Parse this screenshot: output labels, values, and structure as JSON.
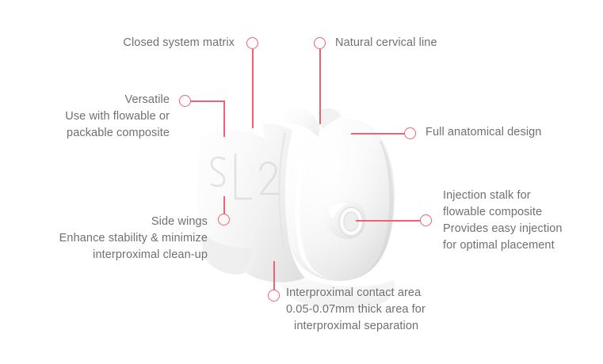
{
  "figure": {
    "title": "Dental sectional matrix product feature diagram",
    "background_color": "#ffffff",
    "accent_color": "#ef6274",
    "text_color": "#707070"
  },
  "product": {
    "name": "sectional-matrix-band",
    "embossed_label": "SL2",
    "material_description": "translucent white matrix"
  },
  "callouts": [
    {
      "id": "closed-system-matrix",
      "lines": [
        "Closed system matrix"
      ],
      "align": "right"
    },
    {
      "id": "natural-cervical-line",
      "lines": [
        "Natural cervical line"
      ],
      "align": "left"
    },
    {
      "id": "versatile",
      "lines": [
        "Versatile",
        "Use with flowable or",
        "packable composite"
      ],
      "align": "right"
    },
    {
      "id": "full-anatomical-design",
      "lines": [
        "Full anatomical design"
      ],
      "align": "left"
    },
    {
      "id": "injection-stalk",
      "lines": [
        "Injection stalk for",
        "flowable composite",
        "Provides easy injection",
        "for optimal placement"
      ],
      "align": "left"
    },
    {
      "id": "side-wings",
      "lines": [
        "Side wings",
        "Enhance stability & minimize",
        "interproximal clean-up"
      ],
      "align": "right"
    },
    {
      "id": "interproximal-contact-area",
      "lines": [
        "Interproximal contact area",
        "0.05-0.07mm thick area for",
        "interproximal separation"
      ],
      "align": "center"
    }
  ]
}
